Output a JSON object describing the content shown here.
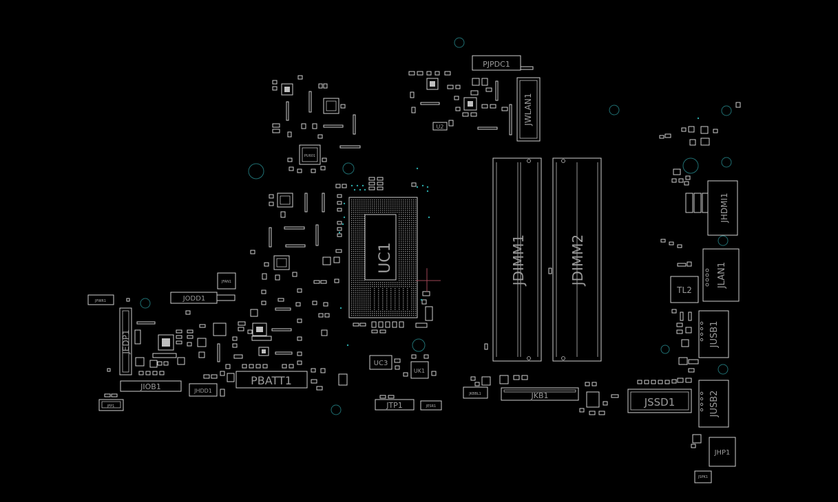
{
  "board": {
    "background": "#000000",
    "outline_color": "#cfcfcf",
    "label_color": "#9a9a9a",
    "via_color": "#1f6f72",
    "marker_color": "#a04656"
  },
  "labels": {
    "pjpdc1": "PJPDC1",
    "jwlan1": "JWLAN1",
    "u2": "U2",
    "pu601": "PU601",
    "uc1": "UC1",
    "jdimm1": "JDIMM1",
    "jdimm2": "JDIMM2",
    "jhdmi1": "JHDMI1",
    "jlan1": "JLAN1",
    "tl2": "TL2",
    "jusb1": "JUSB1",
    "jusb2": "JUSB2",
    "jssd1": "JSSD1",
    "jhp1": "JHP1",
    "jspk1": "JSPK1",
    "jkb1": "JKB1",
    "jkbbl1": "JKBBL1",
    "jtp1": "JTP1",
    "jesr1": "JESR1",
    "uc3": "UC3",
    "uk1": "UK1",
    "pbatt1": "PBATT1",
    "jhdd1": "JHDD1",
    "jiob1": "JIOB1",
    "jedp1": "JEDP1",
    "jpwr1": "JPWR1",
    "jodd1": "JODD1",
    "jfan1": "JFAN1",
    "jfp1": "JFP1"
  }
}
